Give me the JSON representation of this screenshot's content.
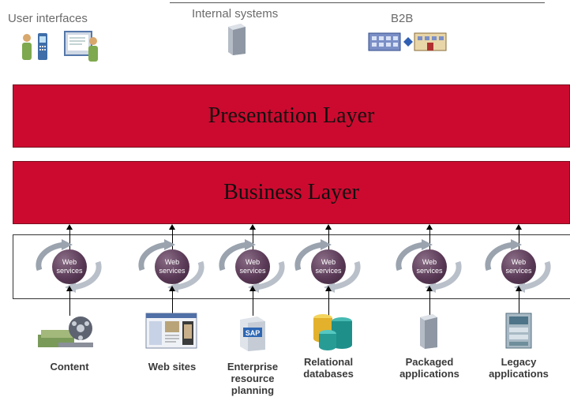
{
  "top": {
    "user_interfaces": "User interfaces",
    "internal_systems": "Internal systems",
    "b2b": "B2B"
  },
  "layers": {
    "presentation": "Presentation Layer",
    "business": "Business Layer"
  },
  "web_services": [
    {
      "line1": "Web",
      "line2": "services"
    },
    {
      "line1": "Web",
      "line2": "services"
    },
    {
      "line1": "Web",
      "line2": "services"
    },
    {
      "line1": "Web",
      "line2": "services"
    },
    {
      "line1": "Web",
      "line2": "services"
    },
    {
      "line1": "Web",
      "line2": "services"
    }
  ],
  "sources": [
    {
      "label": "Content",
      "icon": "film-reel-icon"
    },
    {
      "label": "Web sites",
      "icon": "web-page-icon"
    },
    {
      "label": "Enterprise\nresource\nplanning",
      "icon": "sap-box-icon",
      "logo": "SAP"
    },
    {
      "label": "Relational\ndatabases",
      "icon": "database-cylinders-icon"
    },
    {
      "label": "Packaged\napplications",
      "icon": "server-icon"
    },
    {
      "label": "Legacy\napplications",
      "icon": "mainframe-icon"
    }
  ],
  "colors": {
    "layer_red": "#cc0a2f",
    "web_service_purple": "#5a3a57",
    "arrow": "#000000"
  }
}
